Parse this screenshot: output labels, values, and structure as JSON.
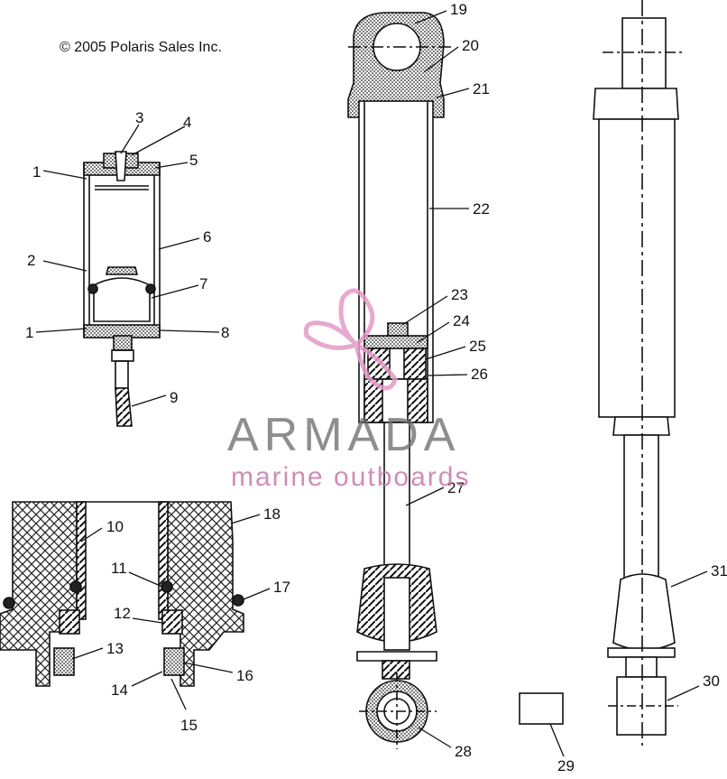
{
  "copyright": "© 2005 Polaris Sales Inc.",
  "watermark": {
    "brand": "ARMADA",
    "tagline": "marine outboards",
    "colors": {
      "brand": "#6e6e6e",
      "tagline": "#c878aa",
      "logo": "#e59ac7"
    }
  },
  "callouts": [
    "1",
    "2",
    "3",
    "4",
    "5",
    "6",
    "7",
    "1",
    "8",
    "9",
    "10",
    "11",
    "12",
    "13",
    "14",
    "15",
    "16",
    "17",
    "18",
    "19",
    "20",
    "21",
    "22",
    "23",
    "24",
    "25",
    "26",
    "27",
    "28",
    "29",
    "30",
    "31"
  ]
}
